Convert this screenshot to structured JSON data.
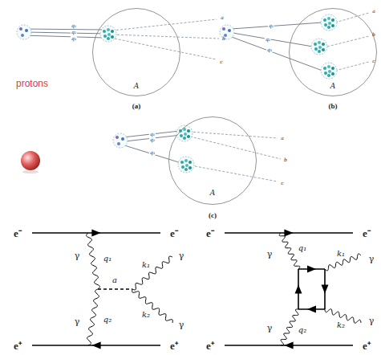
{
  "diagram": {
    "nodes": [
      {
        "text": [
          "A"
        ]
      },
      {
        "text": [
          "A"
        ]
      },
      {
        "text": [
          "A"
        ]
      }
    ],
    "labels": [
      "protons",
      "(a)",
      "(b)",
      "(c)",
      "q₁",
      "q₂",
      "q₃",
      "a",
      "b",
      "c",
      "q₁",
      "q₂",
      "q₃",
      "a",
      "b",
      "c",
      "q₁",
      "q₂",
      "q₃",
      "a",
      "b",
      "c",
      "e⁻",
      "e⁻",
      "e⁺",
      "e⁺",
      "γ",
      "q₁",
      "q₂",
      "γ",
      "a",
      "k₁",
      "γ",
      "k₂",
      "γ",
      "e⁻",
      "e⁻",
      "e⁺",
      "e⁺",
      "γ",
      "q₁",
      "q₂",
      "γ",
      "k₁",
      "γ",
      "k₂",
      "γ"
    ]
  }
}
